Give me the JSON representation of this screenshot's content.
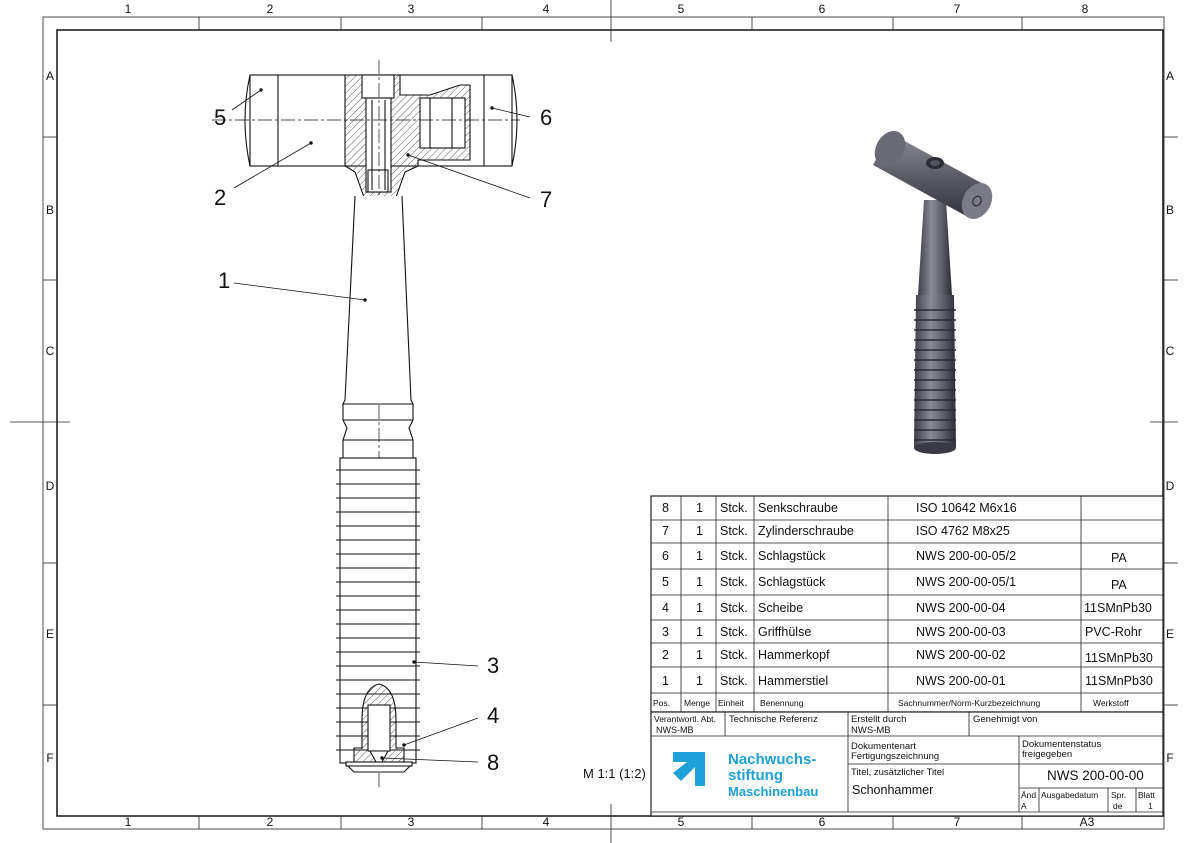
{
  "zones": {
    "columns": [
      "1",
      "2",
      "3",
      "4",
      "5",
      "6",
      "7",
      "8"
    ],
    "rows": [
      "A",
      "B",
      "C",
      "D",
      "E",
      "F"
    ]
  },
  "callouts": [
    "1",
    "2",
    "3",
    "4",
    "5",
    "6",
    "7",
    "8"
  ],
  "scale": "M 1:1 (1:2)",
  "bom": {
    "rows": [
      {
        "pos": "8",
        "menge": "1",
        "einheit": "Stck.",
        "benennung": "Senkschraube",
        "sachnummer": "ISO 10642 M6x16",
        "werkstoff": ""
      },
      {
        "pos": "7",
        "menge": "1",
        "einheit": "Stck.",
        "benennung": "Zylinderschraube",
        "sachnummer": "ISO 4762 M8x25",
        "werkstoff": ""
      },
      {
        "pos": "6",
        "menge": "1",
        "einheit": "Stck.",
        "benennung": "Schlagstück",
        "sachnummer": "NWS 200-00-05/2",
        "werkstoff": "PA"
      },
      {
        "pos": "5",
        "menge": "1",
        "einheit": "Stck.",
        "benennung": "Schlagstück",
        "sachnummer": "NWS 200-00-05/1",
        "werkstoff": "PA"
      },
      {
        "pos": "4",
        "menge": "1",
        "einheit": "Stck.",
        "benennung": "Scheibe",
        "sachnummer": "NWS 200-00-04",
        "werkstoff": "11SMnPb30"
      },
      {
        "pos": "3",
        "menge": "1",
        "einheit": "Stck.",
        "benennung": "Griffhülse",
        "sachnummer": "NWS 200-00-03",
        "werkstoff": "PVC-Rohr"
      },
      {
        "pos": "2",
        "menge": "1",
        "einheit": "Stck.",
        "benennung": "Hammerkopf",
        "sachnummer": "NWS 200-00-02",
        "werkstoff": "11SMnPb30"
      },
      {
        "pos": "1",
        "menge": "1",
        "einheit": "Stck.",
        "benennung": "Hammerstiel",
        "sachnummer": "NWS 200-00-01",
        "werkstoff": "11SMnPb30"
      }
    ],
    "headers": {
      "pos": "Pos.",
      "menge": "Menge",
      "einheit": "Einheit",
      "benennung": "Benennung",
      "sachnummer": "Sachnummer/Norm-Kurzbezeichnung",
      "werkstoff": "Werkstoff"
    }
  },
  "title_block": {
    "verantwortl_label": "Verantwortl. Abt.",
    "verantwortl_value": "NWS-MB",
    "tech_ref_label": "Technische Referenz",
    "erstellt_label": "Erstellt durch",
    "erstellt_value": "NWS-MB",
    "genehmigt_label": "Genehmigt von",
    "dokumentenart_label": "Dokumentenart",
    "dokumentenart_value": "Fertigungszeichnung",
    "status_label": "Dokumentenstatus",
    "status_value": "freigegeben",
    "titel_label": "Titel, zusätzlicher Titel",
    "titel_value": "Schonhammer",
    "doc_number": "NWS 200-00-00",
    "aend_label": "Änd",
    "aend_value": "A",
    "ausgabe_label": "Ausgabedatum",
    "sprache_label": "Spr.",
    "sprache_value": "de",
    "blatt_label": "Blatt",
    "blatt_value": "1",
    "format": "A3"
  },
  "logo": {
    "lines": [
      "Nachwuchs-",
      "stiftung",
      "Maschinenbau"
    ],
    "color": "#1ea0d8"
  },
  "colors": {
    "line": "#222222",
    "accent": "#1ea0d8",
    "render": "#5a5a66"
  }
}
